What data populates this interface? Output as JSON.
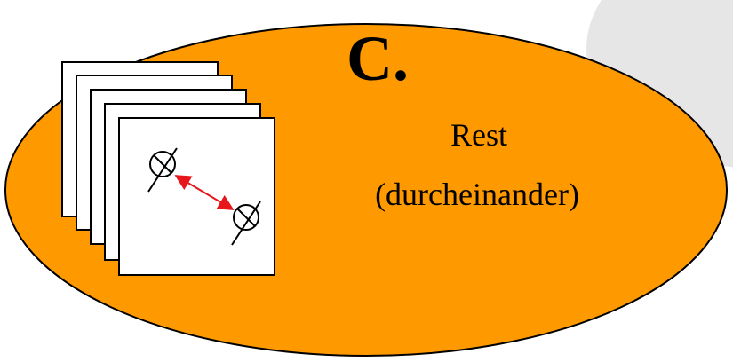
{
  "diagram": {
    "heading": "C.",
    "body_line_1": "Rest",
    "body_line_2": "(durcheinander)"
  },
  "colors": {
    "ellipse_fill": "#FF9900",
    "background_ellipse": "#E6E6E6",
    "outline": "#000000",
    "card_fill": "#FFFFFF",
    "connector": "#E6161A"
  },
  "icons": {
    "card_stack": "stacked-pages-icon",
    "marker": "crossed-circle-icon",
    "connector": "double-arrow-icon"
  }
}
